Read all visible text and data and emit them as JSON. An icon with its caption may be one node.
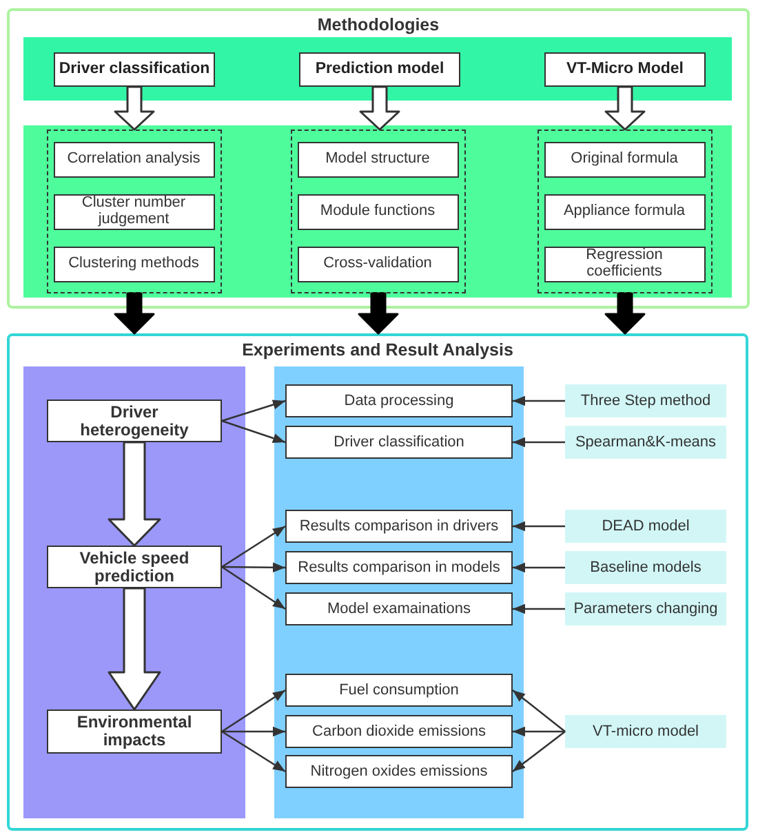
{
  "diagram": {
    "nodes": [
      {
        "text": [
          "Methodologies"
        ]
      },
      {
        "text": [],
        "shape": "band",
        "in": 0
      },
      {
        "text": [
          "Driver classification"
        ],
        "in": 1
      },
      {
        "text": [
          "Prediction model"
        ],
        "in": 1
      },
      {
        "text": [
          "VT-Micro Model"
        ],
        "in": 1
      },
      {
        "text": [],
        "shape": "band",
        "in": 0
      },
      {
        "text": [],
        "shape": "box",
        "in": 5
      },
      {
        "text": [
          "Correlation analysis"
        ],
        "in": 6
      },
      {
        "text": [
          "Cluster number judgement"
        ],
        "in": 6
      },
      {
        "text": [
          "Clustering methods"
        ],
        "in": 6
      },
      {
        "text": [],
        "shape": "box",
        "in": 5
      },
      {
        "text": [
          "Model structure"
        ],
        "in": 10
      },
      {
        "text": [
          "Module functions"
        ],
        "in": 10
      },
      {
        "text": [
          "Cross-validation"
        ],
        "in": 10
      },
      {
        "text": [],
        "shape": "box",
        "in": 5
      },
      {
        "text": [
          "Original formula"
        ],
        "in": 14
      },
      {
        "text": [
          "Appliance formula"
        ],
        "in": 14
      },
      {
        "text": [
          "Regression coefficients"
        ],
        "in": 14
      },
      {
        "text": [
          "Experiments and Result Analysis"
        ]
      },
      {
        "text": [],
        "shape": "band",
        "in": 18
      },
      {
        "text": [
          "Driver heterogeneity"
        ],
        "in": 19
      },
      {
        "text": [
          "Vehicle speed prediction"
        ],
        "in": 19
      },
      {
        "text": [
          "Environmental impacts"
        ],
        "in": 19
      },
      {
        "text": [],
        "shape": "band",
        "in": 18
      },
      {
        "text": [
          "Data processing"
        ],
        "in": 23
      },
      {
        "text": [
          "Driver classification"
        ],
        "in": 23
      },
      {
        "text": [
          "Results comparison in drivers"
        ],
        "in": 23
      },
      {
        "text": [
          "Results comparison in models"
        ],
        "in": 23
      },
      {
        "text": [
          "Model examainations"
        ],
        "in": 23
      },
      {
        "text": [
          "Fuel consumption"
        ],
        "in": 23
      },
      {
        "text": [
          "Carbon dioxide emissions"
        ],
        "in": 23
      },
      {
        "text": [
          "Nitrogen oxides emissions"
        ],
        "in": 23
      },
      {
        "text": [
          "Three Step method"
        ],
        "in": 18
      },
      {
        "text": [
          "Spearman&K-means"
        ],
        "in": 18
      },
      {
        "text": [
          "DEAD model"
        ],
        "in": 18
      },
      {
        "text": [
          "Baseline models"
        ],
        "in": 18
      },
      {
        "text": [
          "Parameters changing"
        ],
        "in": 18
      },
      {
        "text": [
          "VT-micro model"
        ],
        "in": 18
      }
    ],
    "edges": [
      {
        "from": 2,
        "to": 6,
        "arrow": "to",
        "style": "thick"
      },
      {
        "from": 3,
        "to": 10,
        "arrow": "to",
        "style": "thick"
      },
      {
        "from": 4,
        "to": 14,
        "arrow": "to",
        "style": "thick"
      },
      {
        "from": 6,
        "to": 18,
        "arrow": "to",
        "style": "thick",
        "color": "#000000"
      },
      {
        "from": 10,
        "to": 18,
        "arrow": "to",
        "style": "thick",
        "color": "#000000"
      },
      {
        "from": 14,
        "to": 18,
        "arrow": "to",
        "style": "thick",
        "color": "#000000"
      },
      {
        "from": 20,
        "to": 24,
        "arrow": "to"
      },
      {
        "from": 20,
        "to": 25,
        "arrow": "to"
      },
      {
        "from": 32,
        "to": 24,
        "arrow": "to"
      },
      {
        "from": 33,
        "to": 25,
        "arrow": "to"
      },
      {
        "from": 20,
        "to": 21,
        "arrow": "to",
        "style": "thick"
      },
      {
        "from": 21,
        "to": 26,
        "arrow": "to"
      },
      {
        "from": 21,
        "to": 27,
        "arrow": "to"
      },
      {
        "from": 21,
        "to": 28,
        "arrow": "to"
      },
      {
        "from": 34,
        "to": 26,
        "arrow": "to"
      },
      {
        "from": 35,
        "to": 27,
        "arrow": "to"
      },
      {
        "from": 36,
        "to": 28,
        "arrow": "to"
      },
      {
        "from": 21,
        "to": 22,
        "arrow": "to",
        "style": "thick"
      },
      {
        "from": 22,
        "to": 29,
        "arrow": "to"
      },
      {
        "from": 22,
        "to": 30,
        "arrow": "to"
      },
      {
        "from": 22,
        "to": 31,
        "arrow": "to"
      },
      {
        "from": 37,
        "to": 29,
        "arrow": "to"
      },
      {
        "from": 37,
        "to": 30,
        "arrow": "to"
      },
      {
        "from": 37,
        "to": 31,
        "arrow": "to"
      }
    ]
  }
}
